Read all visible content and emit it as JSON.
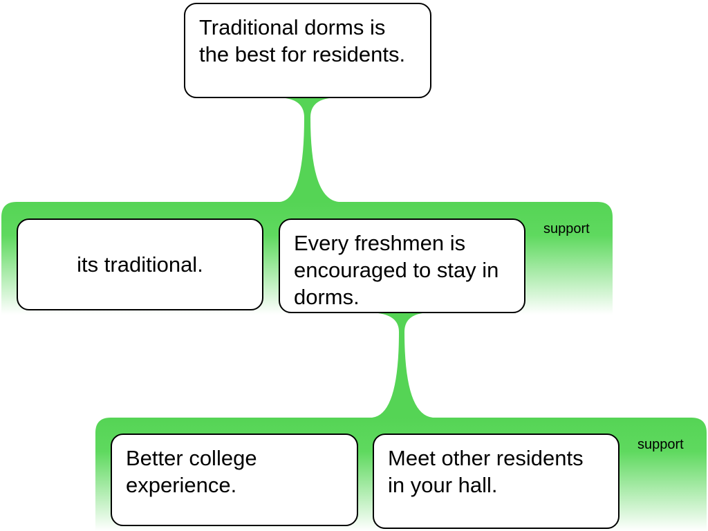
{
  "colors": {
    "connector": "#55d455",
    "group_fade": "#ffffff",
    "border": "#000000"
  },
  "root": {
    "text": "Traditional dorms is the best for residents."
  },
  "group1": {
    "label": "support",
    "reasons": [
      {
        "text": "its traditional."
      },
      {
        "text": "Every freshmen is encouraged to stay in dorms."
      }
    ]
  },
  "group2": {
    "label": "support",
    "reasons": [
      {
        "text": "Better college experience."
      },
      {
        "text": "Meet other residents in your hall."
      }
    ]
  }
}
